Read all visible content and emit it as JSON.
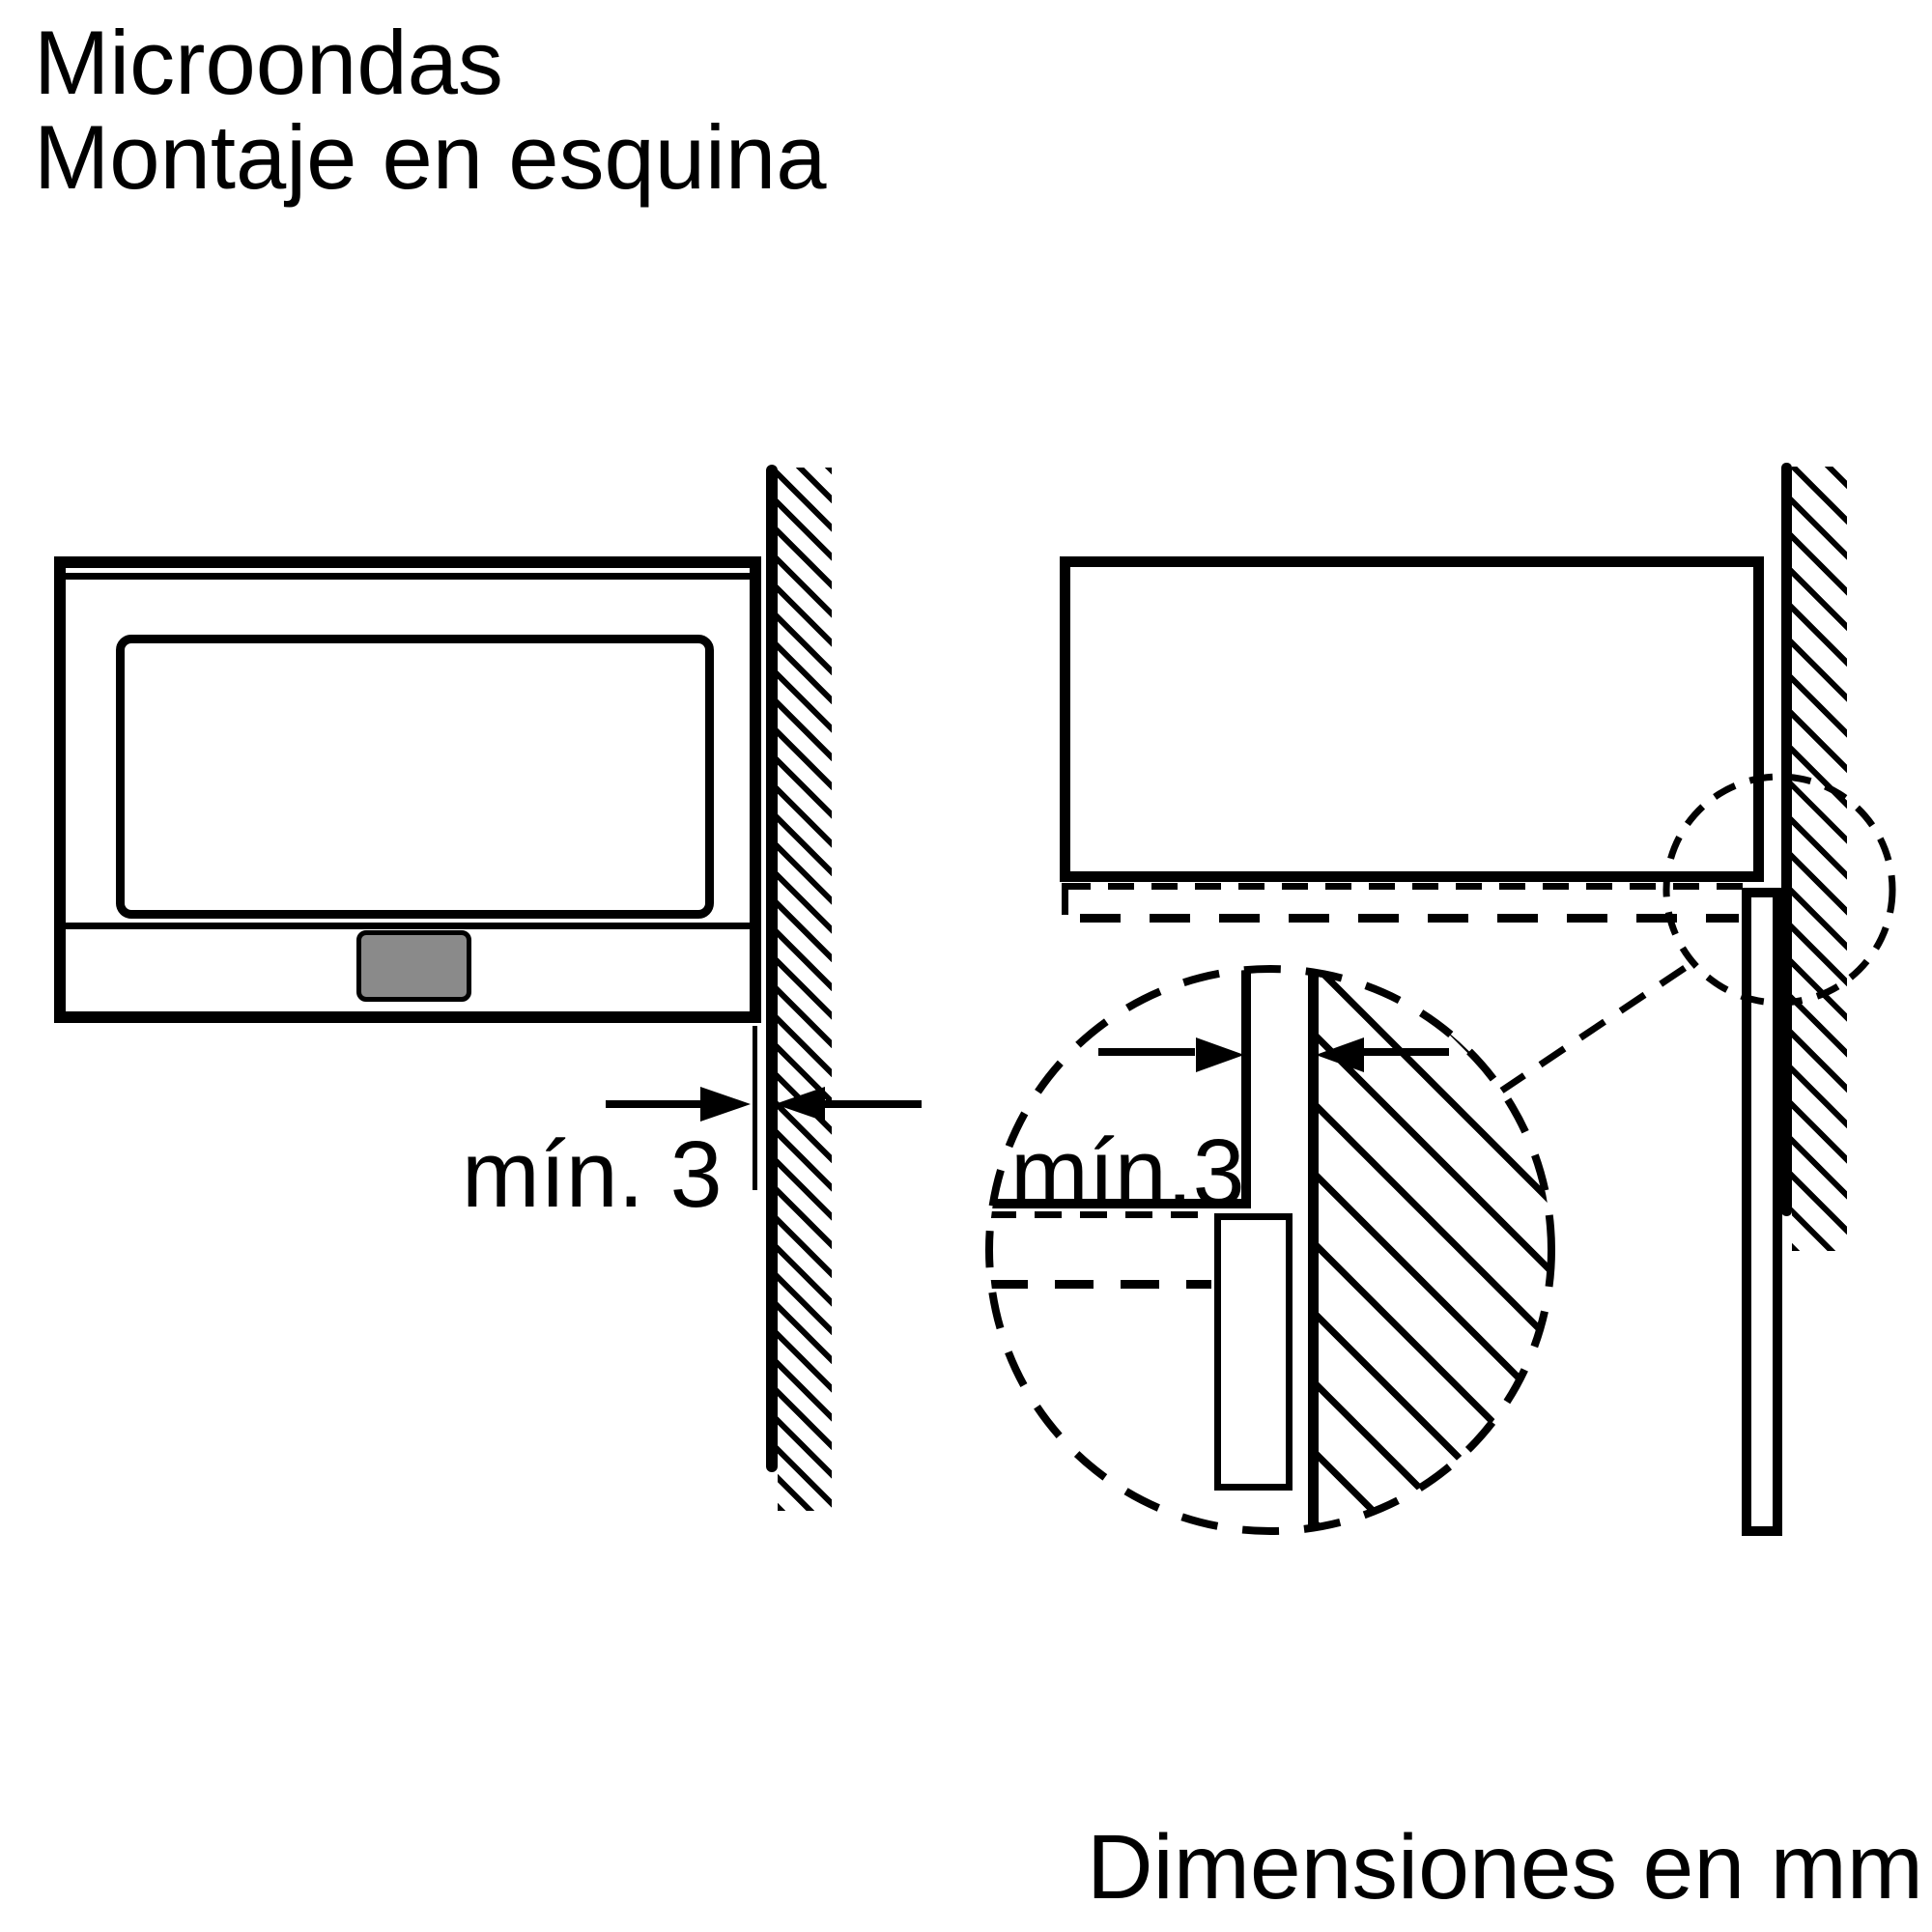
{
  "title": {
    "line1": "Microondas",
    "line2": "Montaje en esquina"
  },
  "footer": {
    "text": "Dimensiones en mm"
  },
  "labels": {
    "left_clearance": "mín. 3",
    "detail_clearance": "mín.3"
  },
  "values": {
    "min_clearance_mm": "3",
    "units": "mm"
  },
  "colors": {
    "line": "#000000",
    "background": "#ffffff",
    "control_panel_gray": "#8a8a8a"
  }
}
